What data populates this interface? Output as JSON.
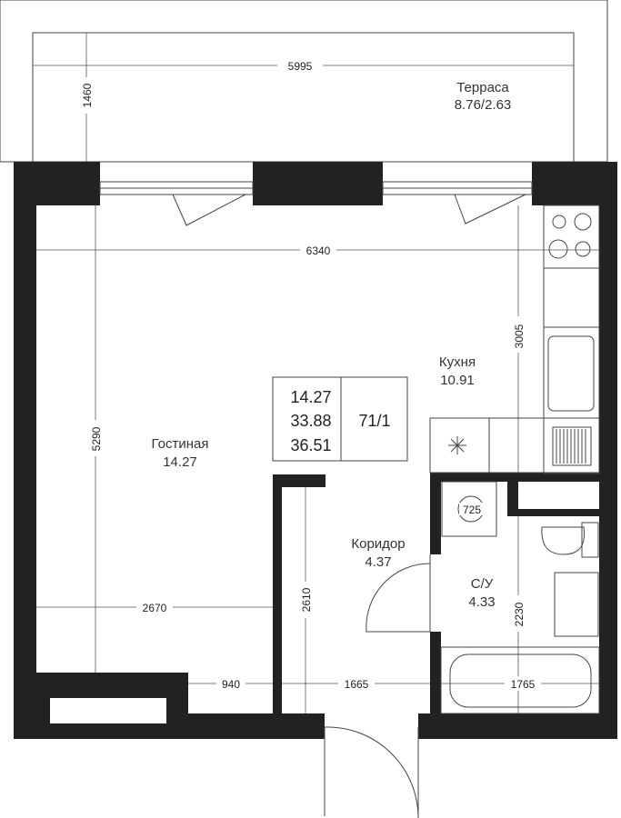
{
  "rooms": {
    "terrace": {
      "name": "Терраса",
      "area": "8.76/2.63"
    },
    "kitchen": {
      "name": "Кухня",
      "area": "10.91"
    },
    "living": {
      "name": "Гостиная",
      "area": "14.27"
    },
    "corridor": {
      "name": "Коридор",
      "area": "4.37"
    },
    "bathroom": {
      "name": "С/У",
      "area": "4.33"
    }
  },
  "summary": {
    "living_area": "14.27",
    "total_area": "33.88",
    "total_with_terrace": "36.51",
    "apartment_number": "71/1"
  },
  "dimensions": {
    "terrace_width": "5995",
    "terrace_depth": "1460",
    "apartment_width": "6340",
    "kitchen_depth": "3005",
    "living_depth": "5290",
    "living_width": "2670",
    "corridor_length": "2610",
    "bath_depth": "2230",
    "small_wall": "940",
    "corridor_width": "1665",
    "bath_width": "1765",
    "shower_diameter": "725"
  }
}
